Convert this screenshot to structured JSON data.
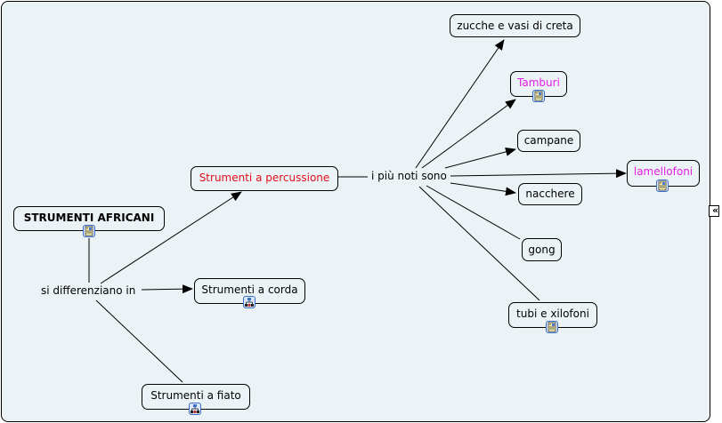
{
  "concepts": {
    "root": {
      "label": "STRUMENTI AFRICANI",
      "icon": "document-icon"
    },
    "percussione": {
      "label": "Strumenti a percussione",
      "color": "#e00f1a"
    },
    "corda": {
      "label": "Strumenti a corda",
      "icon": "concept-map-icon"
    },
    "fiato": {
      "label": "Strumenti a fiato",
      "icon": "concept-map-icon"
    },
    "zucche": {
      "label": "zucche e vasi di creta"
    },
    "tamburi": {
      "label": "Tamburi",
      "color": "#e61ee6",
      "icon": "document-icon"
    },
    "campane": {
      "label": "campane"
    },
    "lamellofoni": {
      "label": "lamellofoni",
      "color": "#e61ee6",
      "icon": "document-icon"
    },
    "nacchere": {
      "label": "nacchere"
    },
    "gong": {
      "label": "gong"
    },
    "tubi": {
      "label": "tubi e xilofoni",
      "icon": "document-icon"
    }
  },
  "linking_phrases": {
    "differenziano": "si differenziano in",
    "noti": "i più noti sono"
  },
  "controls": {
    "collapse_label": "«"
  }
}
